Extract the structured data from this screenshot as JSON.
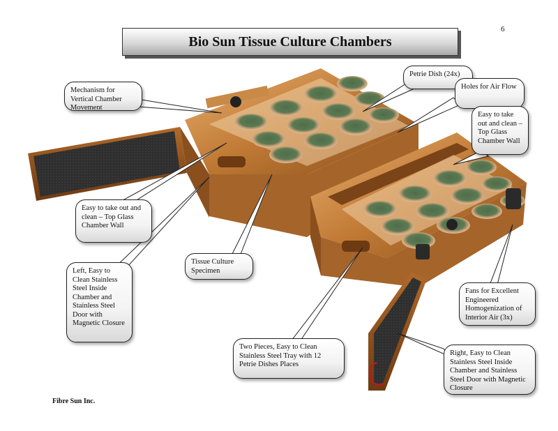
{
  "page_number": "6",
  "title": "Bio Sun Tissue Culture Chambers",
  "footer": "Fibre Sun Inc.",
  "callouts": {
    "mechanism": "Mechanism for Vertical Chamber Movement",
    "petrie_dish": "Petrie Dish (24x)",
    "holes": "Holes for Air Flow",
    "top_glass_right": "Easy to take out and clean – Top Glass Chamber Wall",
    "top_glass_left": "Easy to take out and clean – Top Glass Chamber Wall",
    "tissue": "Tissue Culture Specimen",
    "left_door": "Left, Easy to Clean Stainless Steel Inside Chamber and Stainless Steel Door with Magnetic Closure",
    "tray": "Two Pieces, Easy to Clean Stainless Steel Tray with 12 Petrie Dishes Places",
    "fans": "Fans for Excellent Engineered Homogenization of Interior Air (3x)",
    "right_door": "Right, Easy to Clean Stainless Steel Inside Chamber and Stainless Steel Door with Magnetic Closure"
  }
}
